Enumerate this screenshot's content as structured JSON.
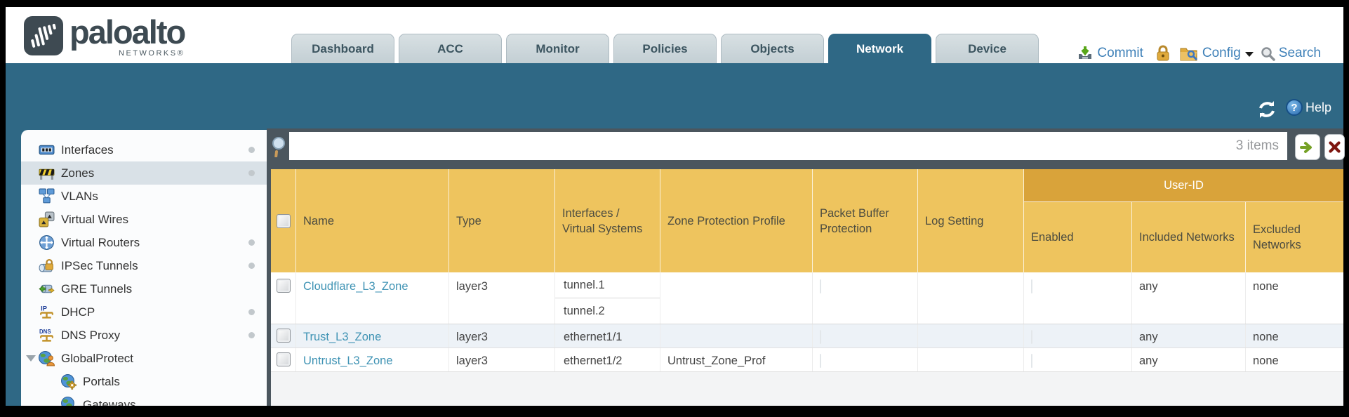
{
  "brand": {
    "name": "paloalto",
    "subtitle": "NETWORKS®"
  },
  "nav": {
    "tabs": [
      {
        "label": "Dashboard",
        "active": false
      },
      {
        "label": "ACC",
        "active": false
      },
      {
        "label": "Monitor",
        "active": false
      },
      {
        "label": "Policies",
        "active": false
      },
      {
        "label": "Objects",
        "active": false
      },
      {
        "label": "Network",
        "active": true
      },
      {
        "label": "Device",
        "active": false
      }
    ],
    "commit_label": "Commit",
    "config_label": "Config",
    "search_label": "Search"
  },
  "toolbar": {
    "help_label": "Help",
    "help_glyph": "?"
  },
  "sidebar": {
    "items": [
      {
        "label": "Interfaces",
        "icon": "interfaces-icon",
        "dot": true,
        "selected": false
      },
      {
        "label": "Zones",
        "icon": "zones-icon",
        "dot": true,
        "selected": true
      },
      {
        "label": "VLANs",
        "icon": "vlans-icon",
        "dot": false,
        "selected": false
      },
      {
        "label": "Virtual Wires",
        "icon": "virtual-wires-icon",
        "dot": false,
        "selected": false
      },
      {
        "label": "Virtual Routers",
        "icon": "virtual-routers-icon",
        "dot": true,
        "selected": false
      },
      {
        "label": "IPSec Tunnels",
        "icon": "ipsec-tunnels-icon",
        "dot": true,
        "selected": false
      },
      {
        "label": "GRE Tunnels",
        "icon": "gre-tunnels-icon",
        "dot": false,
        "selected": false
      },
      {
        "label": "DHCP",
        "icon": "dhcp-icon",
        "dot": true,
        "selected": false
      },
      {
        "label": "DNS Proxy",
        "icon": "dns-proxy-icon",
        "dot": true,
        "selected": false
      },
      {
        "label": "GlobalProtect",
        "icon": "globalprotect-icon",
        "dot": false,
        "selected": false,
        "expanded": true
      },
      {
        "label": "Portals",
        "icon": "portals-icon",
        "dot": false,
        "selected": false,
        "child": true
      },
      {
        "label": "Gateways",
        "icon": "gateways-icon",
        "dot": false,
        "selected": false,
        "child": true
      }
    ]
  },
  "filter": {
    "items_count": "3 items"
  },
  "table": {
    "group_header": "User-ID",
    "columns": [
      "Name",
      "Type",
      "Interfaces / Virtual Systems",
      "Zone Protection Profile",
      "Packet Buffer Protection",
      "Log Setting",
      "Enabled",
      "Included Networks",
      "Excluded Networks"
    ],
    "rows": [
      {
        "name": "Cloudflare_L3_Zone",
        "type": "layer3",
        "interfaces": [
          "tunnel.1",
          "tunnel.2"
        ],
        "zone_protection_profile": "",
        "log_setting": "",
        "packet_buffer_protection_checked": false,
        "user_id_enabled_checked": false,
        "included_networks": "any",
        "excluded_networks": "none"
      },
      {
        "name": "Trust_L3_Zone",
        "type": "layer3",
        "interfaces": [
          "ethernet1/1"
        ],
        "zone_protection_profile": "",
        "log_setting": "",
        "packet_buffer_protection_checked": false,
        "user_id_enabled_checked": false,
        "included_networks": "any",
        "excluded_networks": "none"
      },
      {
        "name": "Untrust_L3_Zone",
        "type": "layer3",
        "interfaces": [
          "ethernet1/2"
        ],
        "zone_protection_profile": "Untrust_Zone_Prof",
        "log_setting": "",
        "packet_buffer_protection_checked": false,
        "user_id_enabled_checked": false,
        "included_networks": "any",
        "excluded_networks": "none"
      }
    ]
  },
  "colors": {
    "teal": "#2f6885",
    "slate": "#4b565e",
    "amber": "#eec45e",
    "amber_dark": "#d9a33a",
    "link": "#3f93b4",
    "action_blue": "#3e80b8",
    "selected_row": "#d9e1e7",
    "alt_row": "#edf2f7"
  }
}
